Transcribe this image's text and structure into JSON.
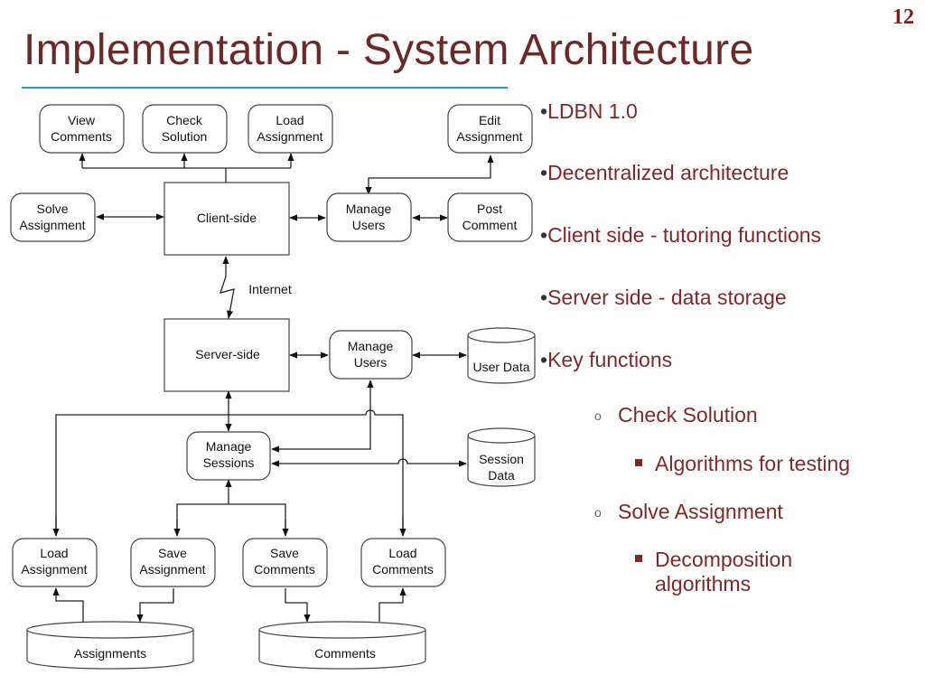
{
  "page_number": "12",
  "title": "Implementation - System Architecture",
  "diagram": {
    "nodes": {
      "view_comments": [
        "View",
        "Comments"
      ],
      "check_solution": [
        "Check",
        "Solution"
      ],
      "load_assignment_top": [
        "Load",
        "Assignment"
      ],
      "edit_assignment": [
        "Edit",
        "Assignment"
      ],
      "solve_assignment": [
        "Solve",
        "Assignment"
      ],
      "client_side": "Client-side",
      "manage_users_client": [
        "Manage",
        "Users"
      ],
      "post_comment": [
        "Post",
        "Comment"
      ],
      "internet": "Internet",
      "server_side": "Server-side",
      "manage_users_server": [
        "Manage",
        "Users"
      ],
      "user_data": "User Data",
      "manage_sessions": [
        "Manage",
        "Sessions"
      ],
      "session_data": [
        "Session",
        "Data"
      ],
      "load_assignment_bottom": [
        "Load",
        "Assignment"
      ],
      "save_assignment": [
        "Save",
        "Assignment"
      ],
      "save_comments": [
        "Save",
        "Comments"
      ],
      "load_comments": [
        "Load",
        "Comments"
      ],
      "assignments": "Assignments",
      "comments": "Comments"
    }
  },
  "bullets": {
    "b1": "LDBN 1.0",
    "b2": "Decentralized architecture",
    "b3": "Client side - tutoring functions",
    "b4": "Server side - data storage",
    "b5": "Key functions",
    "s1": "Check Solution",
    "s1a": "Algorithms for testing",
    "s2": "Solve Assignment",
    "s2a_line1": "Decomposition",
    "s2a_line2": "algorithms"
  }
}
